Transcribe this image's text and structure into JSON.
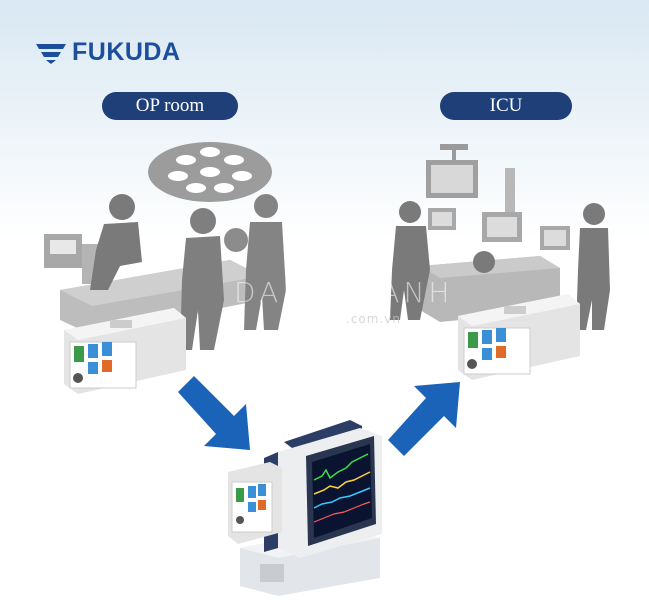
{
  "brand": {
    "name": "FUKUDA",
    "color": "#1b4f9c"
  },
  "labels": {
    "op_room": "OP room",
    "icu": "ICU"
  },
  "watermark": {
    "main": "DANANHANH",
    "sub": ".com.vn"
  },
  "colors": {
    "pill": "#1f3f78",
    "arrow": "#1a63b8",
    "figure": "#7a7a7a"
  }
}
